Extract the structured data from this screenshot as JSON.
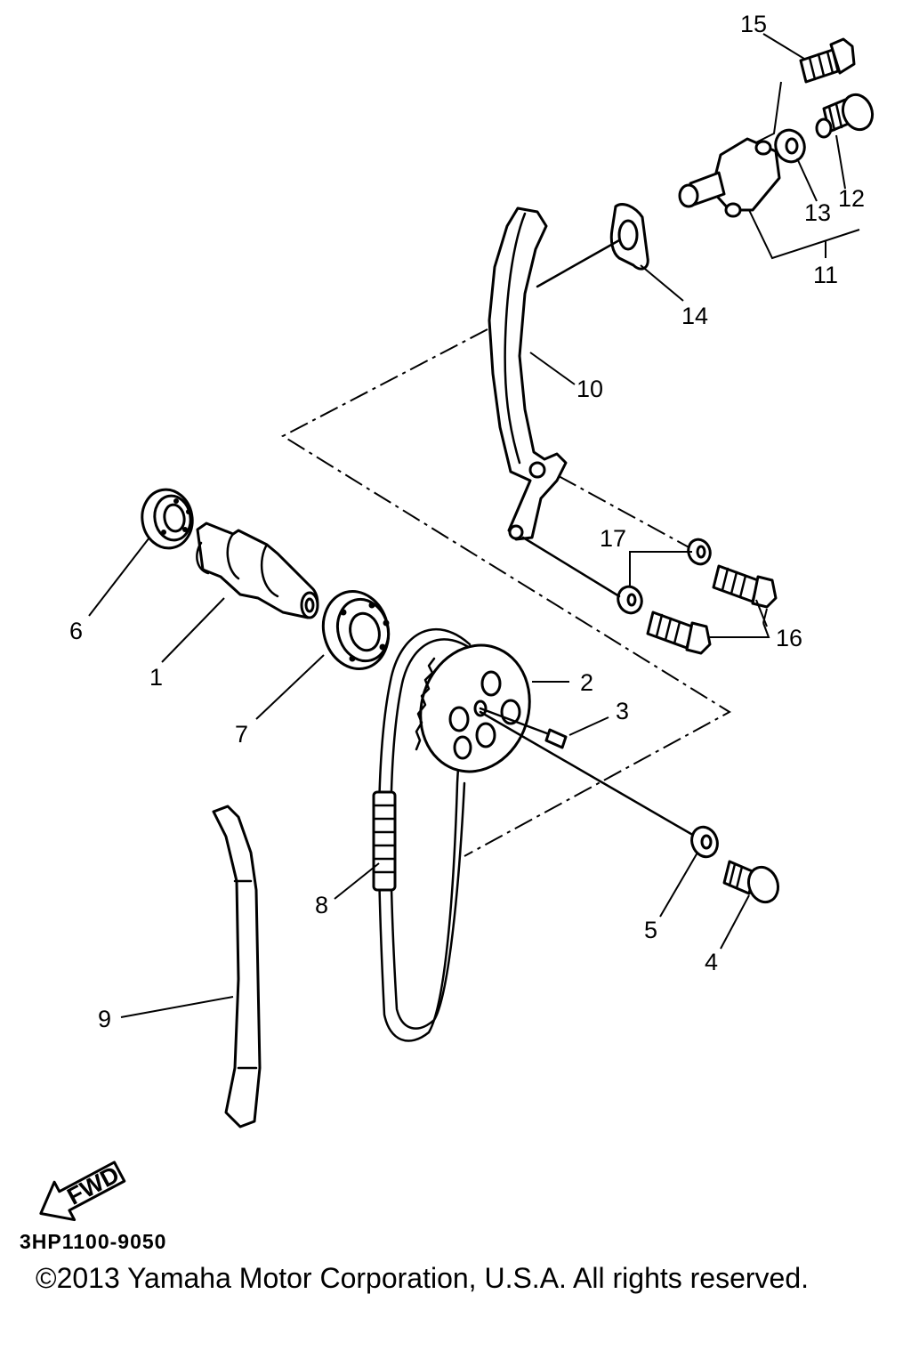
{
  "callouts": {
    "p1": "1",
    "p2": "2",
    "p3": "3",
    "p4": "4",
    "p5": "5",
    "p6": "6",
    "p7": "7",
    "p8": "8",
    "p9": "9",
    "p10": "10",
    "p11": "11",
    "p12": "12",
    "p13": "13",
    "p14": "14",
    "p15": "15",
    "p16": "16",
    "p17": "17"
  },
  "fwd_label": "FWD",
  "diagram_code": "3HP1100-9050",
  "copyright": "©2013 Yamaha Motor Corporation, U.S.A. All rights reserved."
}
